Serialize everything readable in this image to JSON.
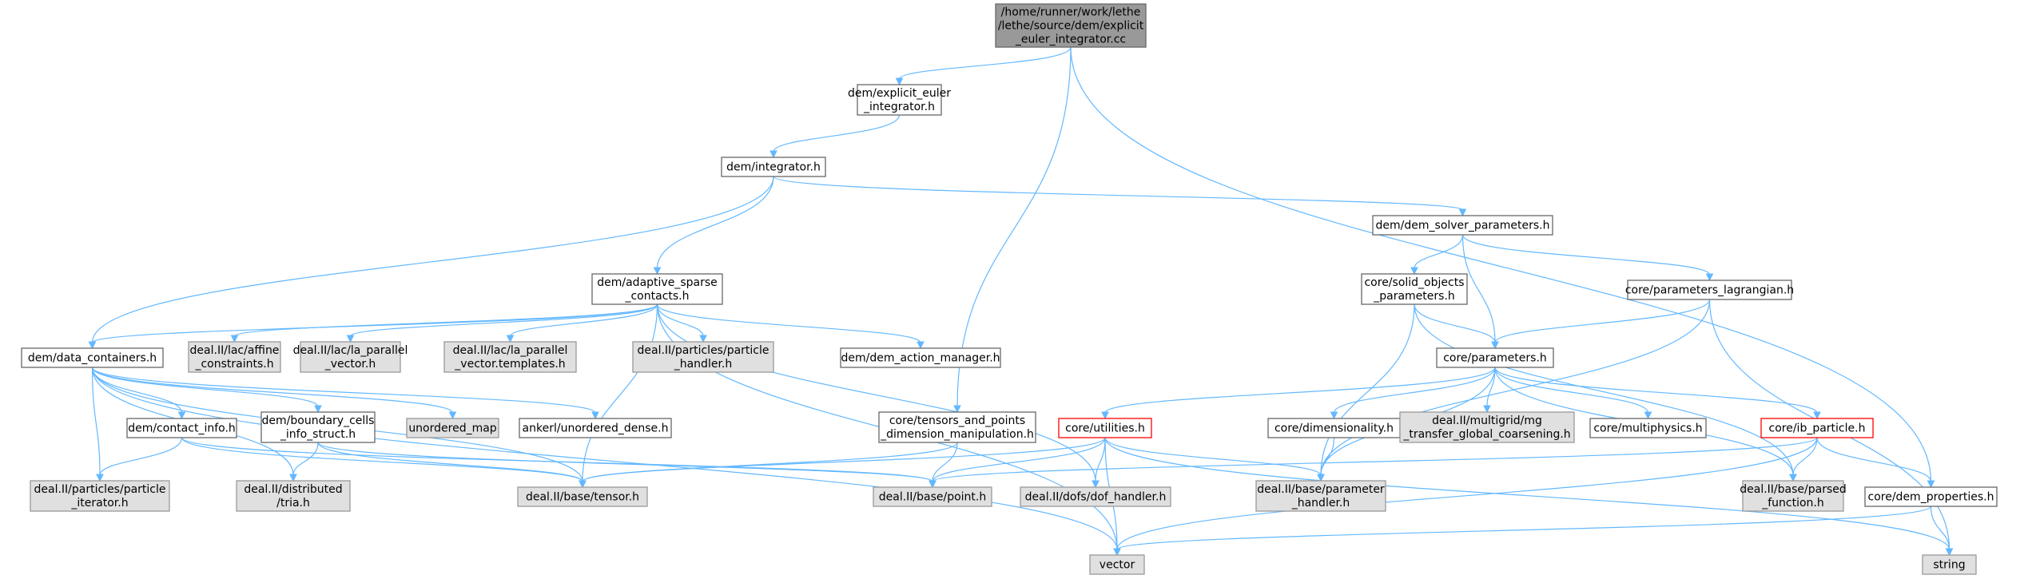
{
  "diagram": {
    "nodes": [
      {
        "id": "root",
        "lines": [
          "/home/runner/work/lethe",
          "/lethe/source/dem/explicit",
          "_euler_integrator.cc"
        ],
        "kind": "root"
      },
      {
        "id": "explicit",
        "lines": [
          "dem/explicit_euler",
          "_integrator.h"
        ],
        "kind": "plain"
      },
      {
        "id": "integrator",
        "lines": [
          "dem/integrator.h"
        ],
        "kind": "plain"
      },
      {
        "id": "solver_params",
        "lines": [
          "dem/dem_solver_parameters.h"
        ],
        "kind": "plain"
      },
      {
        "id": "adaptive",
        "lines": [
          "dem/adaptive_sparse",
          "_contacts.h"
        ],
        "kind": "plain"
      },
      {
        "id": "solid_objects",
        "lines": [
          "core/solid_objects",
          "_parameters.h"
        ],
        "kind": "plain"
      },
      {
        "id": "params_lagrangian",
        "lines": [
          "core/parameters_lagrangian.h"
        ],
        "kind": "plain"
      },
      {
        "id": "data_containers",
        "lines": [
          "dem/data_containers.h"
        ],
        "kind": "plain"
      },
      {
        "id": "affine",
        "lines": [
          "deal.II/lac/affine",
          "_constraints.h"
        ],
        "kind": "sys"
      },
      {
        "id": "la_vector",
        "lines": [
          "deal.II/lac/la_parallel",
          "_vector.h"
        ],
        "kind": "sys"
      },
      {
        "id": "la_vector_t",
        "lines": [
          "deal.II/lac/la_parallel",
          "_vector.templates.h"
        ],
        "kind": "sys"
      },
      {
        "id": "particle_handler",
        "lines": [
          "deal.II/particles/particle",
          "_handler.h"
        ],
        "kind": "sys"
      },
      {
        "id": "action_manager",
        "lines": [
          "dem/dem_action_manager.h"
        ],
        "kind": "plain"
      },
      {
        "id": "core_params",
        "lines": [
          "core/parameters.h"
        ],
        "kind": "plain"
      },
      {
        "id": "contact_info",
        "lines": [
          "dem/contact_info.h"
        ],
        "kind": "plain"
      },
      {
        "id": "boundary_cells",
        "lines": [
          "dem/boundary_cells",
          "_info_struct.h"
        ],
        "kind": "plain"
      },
      {
        "id": "unordered_map",
        "lines": [
          "unordered_map"
        ],
        "kind": "sys"
      },
      {
        "id": "ankerl",
        "lines": [
          "ankerl/unordered_dense.h"
        ],
        "kind": "plain"
      },
      {
        "id": "tensors_points",
        "lines": [
          "core/tensors_and_points",
          "_dimension_manipulation.h"
        ],
        "kind": "plain"
      },
      {
        "id": "utilities",
        "lines": [
          "core/utilities.h"
        ],
        "kind": "red"
      },
      {
        "id": "dimensionality",
        "lines": [
          "core/dimensionality.h"
        ],
        "kind": "plain"
      },
      {
        "id": "mg_transfer",
        "lines": [
          "deal.II/multigrid/mg",
          "_transfer_global_coarsening.h"
        ],
        "kind": "sys"
      },
      {
        "id": "multiphysics",
        "lines": [
          "core/multiphysics.h"
        ],
        "kind": "plain"
      },
      {
        "id": "ib_particle",
        "lines": [
          "core/ib_particle.h"
        ],
        "kind": "red"
      },
      {
        "id": "particle_iterator",
        "lines": [
          "deal.II/particles/particle",
          "_iterator.h"
        ],
        "kind": "sys"
      },
      {
        "id": "tria",
        "lines": [
          "deal.II/distributed",
          "/tria.h"
        ],
        "kind": "sys"
      },
      {
        "id": "tensor",
        "lines": [
          "deal.II/base/tensor.h"
        ],
        "kind": "sys"
      },
      {
        "id": "point",
        "lines": [
          "deal.II/base/point.h"
        ],
        "kind": "sys"
      },
      {
        "id": "dof_handler",
        "lines": [
          "deal.II/dofs/dof_handler.h"
        ],
        "kind": "sys"
      },
      {
        "id": "param_handler",
        "lines": [
          "deal.II/base/parameter",
          "_handler.h"
        ],
        "kind": "sys"
      },
      {
        "id": "parsed_function",
        "lines": [
          "deal.II/base/parsed",
          "_function.h"
        ],
        "kind": "sys"
      },
      {
        "id": "dem_properties",
        "lines": [
          "core/dem_properties.h"
        ],
        "kind": "plain"
      },
      {
        "id": "vector",
        "lines": [
          "vector"
        ],
        "kind": "sys"
      },
      {
        "id": "string",
        "lines": [
          "string"
        ],
        "kind": "sys"
      }
    ],
    "edges": [
      [
        "root",
        "explicit"
      ],
      [
        "root",
        "tensors_points"
      ],
      [
        "root",
        "dem_properties"
      ],
      [
        "explicit",
        "integrator"
      ],
      [
        "integrator",
        "adaptive"
      ],
      [
        "integrator",
        "solver_params"
      ],
      [
        "integrator",
        "data_containers"
      ],
      [
        "solver_params",
        "solid_objects"
      ],
      [
        "solver_params",
        "params_lagrangian"
      ],
      [
        "solver_params",
        "core_params"
      ],
      [
        "adaptive",
        "data_containers"
      ],
      [
        "adaptive",
        "affine"
      ],
      [
        "adaptive",
        "la_vector"
      ],
      [
        "adaptive",
        "la_vector_t"
      ],
      [
        "adaptive",
        "particle_handler"
      ],
      [
        "adaptive",
        "action_manager"
      ],
      [
        "adaptive",
        "tensor"
      ],
      [
        "adaptive",
        "dof_handler"
      ],
      [
        "adaptive",
        "vector"
      ],
      [
        "solid_objects",
        "core_params"
      ],
      [
        "solid_objects",
        "param_handler"
      ],
      [
        "solid_objects",
        "parsed_function"
      ],
      [
        "params_lagrangian",
        "core_params"
      ],
      [
        "params_lagrangian",
        "param_handler"
      ],
      [
        "params_lagrangian",
        "string"
      ],
      [
        "data_containers",
        "contact_info"
      ],
      [
        "data_containers",
        "boundary_cells"
      ],
      [
        "data_containers",
        "unordered_map"
      ],
      [
        "data_containers",
        "ankerl"
      ],
      [
        "data_containers",
        "particle_iterator"
      ],
      [
        "data_containers",
        "tria"
      ],
      [
        "data_containers",
        "tensor"
      ],
      [
        "data_containers",
        "vector"
      ],
      [
        "core_params",
        "utilities"
      ],
      [
        "core_params",
        "dimensionality"
      ],
      [
        "core_params",
        "mg_transfer"
      ],
      [
        "core_params",
        "multiphysics"
      ],
      [
        "core_params",
        "ib_particle"
      ],
      [
        "core_params",
        "param_handler"
      ],
      [
        "core_params",
        "parsed_function"
      ],
      [
        "contact_info",
        "particle_iterator"
      ],
      [
        "contact_info",
        "tensor"
      ],
      [
        "contact_info",
        "point"
      ],
      [
        "boundary_cells",
        "tria"
      ],
      [
        "boundary_cells",
        "tensor"
      ],
      [
        "boundary_cells",
        "point"
      ],
      [
        "tensors_points",
        "tensor"
      ],
      [
        "tensors_points",
        "point"
      ],
      [
        "utilities",
        "tensor"
      ],
      [
        "utilities",
        "point"
      ],
      [
        "utilities",
        "dof_handler"
      ],
      [
        "utilities",
        "param_handler"
      ],
      [
        "utilities",
        "vector"
      ],
      [
        "utilities",
        "string"
      ],
      [
        "dimensionality",
        "param_handler"
      ],
      [
        "ib_particle",
        "point"
      ],
      [
        "ib_particle",
        "parsed_function"
      ],
      [
        "ib_particle",
        "dem_properties"
      ],
      [
        "ib_particle",
        "vector"
      ],
      [
        "dem_properties",
        "vector"
      ],
      [
        "dem_properties",
        "string"
      ]
    ]
  }
}
